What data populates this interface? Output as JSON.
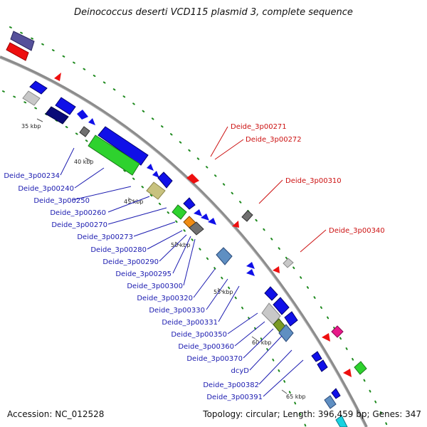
{
  "title": "Deinococcus deserti VCD115 plasmid 3, complete sequence",
  "accession_label": "Accession: NC_012528",
  "stats_label": "Topology: circular; Length: 396,459 bp; Genes: 347",
  "colors": {
    "backbone": "#8c8c8c",
    "blue_gene": "#1010e8",
    "navy_gene": "#0a0a78",
    "green_gene": "#2ed22e",
    "red_gene": "#ee0f0f",
    "grey_gene": "#707070",
    "silver_gene": "#c8c8c8",
    "olive_gene": "#c8c27e",
    "orange_gene": "#f08c14",
    "steel_gene": "#5f8fc2",
    "magenta_gene": "#e81a8a",
    "purple_gene": "#55509a",
    "cyan_gene": "#18d2e0",
    "green_tick": "#1f8a1f",
    "blue_label": "#1b1bb0",
    "red_label": "#cc1111"
  },
  "kbp_ticks": [
    "35 kbp",
    "40 kbp",
    "45 kbp",
    "50 kbp",
    "55 kbp",
    "60 kbp",
    "65 kbp"
  ],
  "labels_blue": [
    "Deide_3p00234",
    "Deide_3p00240",
    "Deide_3p00250",
    "Deide_3p00260",
    "Deide_3p00270",
    "Deide_3p00273",
    "Deide_3p00280",
    "Deide_3p00290",
    "Deide_3p00295",
    "Deide_3p00300",
    "Deide_3p00320",
    "Deide_3p00330",
    "Deide_3p00331",
    "Deide_3p00350",
    "Deide_3p00360",
    "Deide_3p00370",
    "dcyD",
    "Deide_3p00382",
    "Deide_3p00391"
  ],
  "labels_red": [
    "Deide_3p00271",
    "Deide_3p00272",
    "Deide_3p00310",
    "Deide_3p00340"
  ]
}
